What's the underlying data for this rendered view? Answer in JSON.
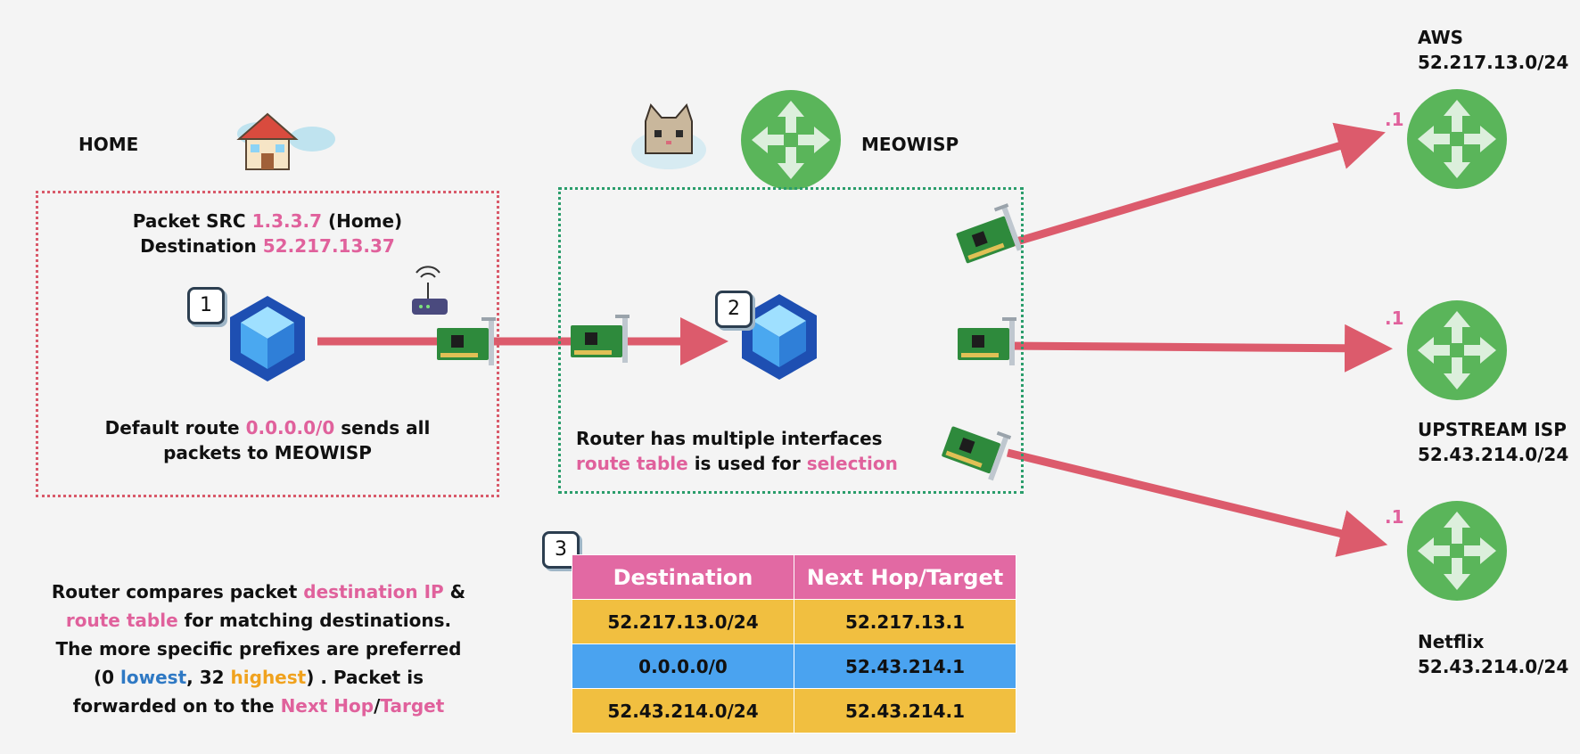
{
  "home": {
    "title": "HOME",
    "packet_src_label": "Packet SRC",
    "packet_src_ip": "1.3.3.7",
    "packet_src_suffix": "(Home)",
    "destination_label": "Destination",
    "destination_ip": "52.217.13.37",
    "badge": "1",
    "default_route_prefix": "Default route",
    "default_route_ip": "0.0.0.0/0",
    "default_route_suffix": "sends all",
    "default_route_line2": "packets to MEOWISP"
  },
  "isp": {
    "title": "MEOWISP",
    "badge": "2",
    "router_line1": "Router has multiple interfaces",
    "router_line2_a": "route table",
    "router_line2_b": "is used for",
    "router_line2_c": "selection"
  },
  "targets": {
    "aws": {
      "name": "AWS",
      "cidr": "52.217.13.0/24",
      "iface": ".1"
    },
    "upstream": {
      "name": "UPSTREAM ISP",
      "cidr": "52.43.214.0/24",
      "iface": ".1"
    },
    "netflix": {
      "name": "Netflix",
      "cidr": "52.43.214.0/24",
      "iface": ".1"
    }
  },
  "explanation": {
    "l1_a": "Router compares packet",
    "l1_b": "destination IP",
    "l1_c": "&",
    "l2_a": "route table",
    "l2_b": "for matching destinations.",
    "l3": "The more specific prefixes are preferred",
    "l4_a": "(0",
    "l4_b": "lowest",
    "l4_c": ", 32",
    "l4_d": "highest",
    "l4_e": ") . Packet is",
    "l5_a": "forwarded on to the",
    "l5_b": "Next Hop",
    "l5_c": "/",
    "l5_d": "Target"
  },
  "route_table": {
    "badge": "3",
    "headers": [
      "Destination",
      "Next Hop/Target"
    ],
    "rows": [
      [
        "52.217.13.0/24",
        "52.217.13.1"
      ],
      [
        "0.0.0.0/0",
        "52.43.214.1"
      ],
      [
        "52.43.214.0/24",
        "52.43.214.1"
      ]
    ]
  },
  "colors": {
    "arrow": "#dc5b6c",
    "router_green": "#5ab55a",
    "nic_green": "#2e8a3c",
    "highlight_pink": "#e0619c"
  }
}
